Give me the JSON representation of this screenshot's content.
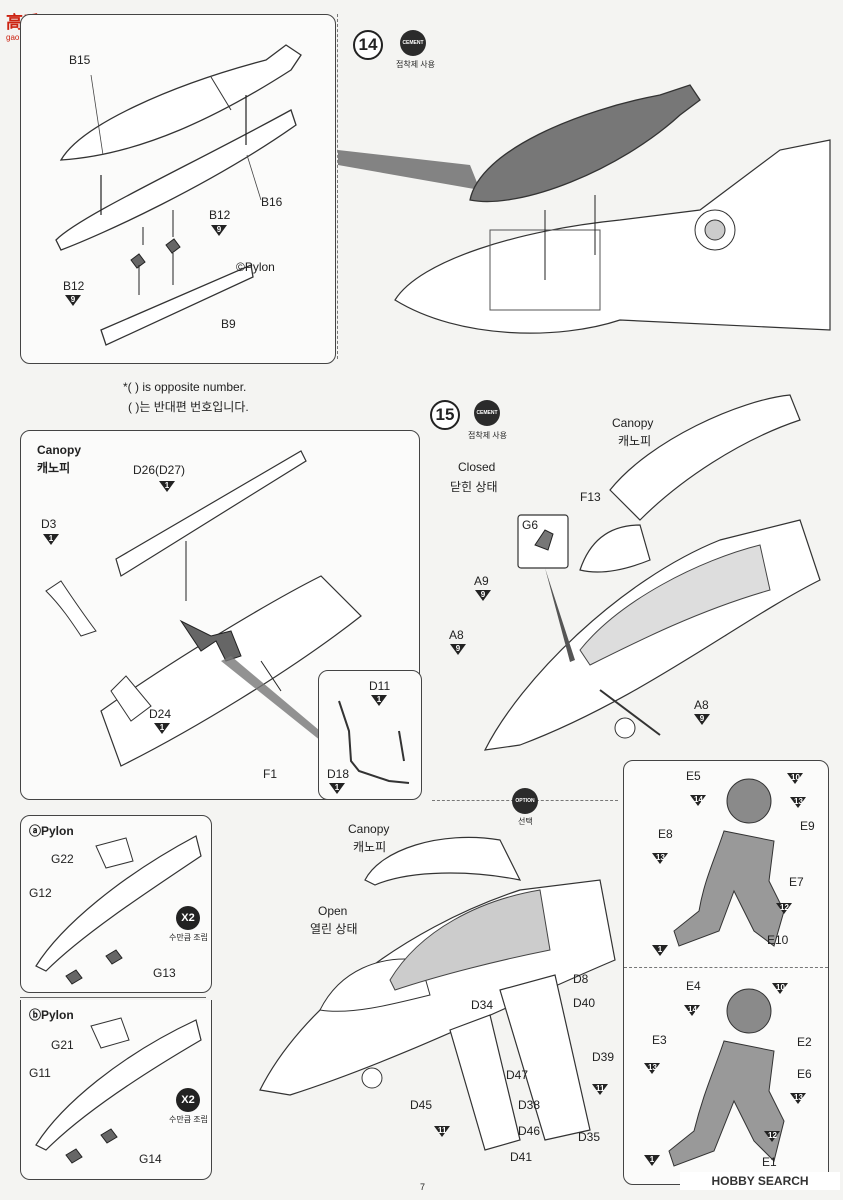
{
  "watermark_top": {
    "cn": "高手网",
    "url": "gao.shou.com"
  },
  "step14": {
    "num": "14",
    "badge": "CEMENT",
    "note": "접착제 사용"
  },
  "step15": {
    "num": "15",
    "badge": "CEMENT",
    "note": "접착제 사용",
    "closed_en": "Closed",
    "closed_kr": "닫힌 상태"
  },
  "option": {
    "badge": "OPTION",
    "note": "선택"
  },
  "opposite_note": {
    "en": "*(   ) is opposite number.",
    "kr": "(   )는 반대편 번호입니다."
  },
  "panel_tank": {
    "labels": [
      "B15",
      "B16",
      "B12",
      "B12",
      "B9"
    ],
    "pylon_label": "©Pylon",
    "markers": [
      "9",
      "9"
    ]
  },
  "panel_canopy": {
    "title_en": "Canopy",
    "title_kr": "캐노피",
    "labels": [
      "D26(D27)",
      "D3",
      "D24",
      "F1",
      "D11",
      "D18"
    ],
    "markers": [
      "1",
      "1",
      "1",
      "1",
      "1"
    ]
  },
  "panel_pylon_a": {
    "title": "ⓐPylon",
    "labels": [
      "G22",
      "G12",
      "G13"
    ],
    "x2": "X2",
    "x2_note": "수만큼 조립"
  },
  "panel_pylon_b": {
    "title": "ⓑPylon",
    "labels": [
      "G21",
      "G11",
      "G14"
    ],
    "x2": "X2",
    "x2_note": "수만큼 조립"
  },
  "step15_parts": {
    "labels": [
      "G6",
      "F13",
      "A9",
      "A8",
      "A8"
    ],
    "canopy_en": "Canopy",
    "canopy_kr": "캐노피",
    "markers": [
      "9",
      "9",
      "9"
    ]
  },
  "open_section": {
    "canopy_en": "Canopy",
    "canopy_kr": "캐노피",
    "open_en": "Open",
    "open_kr": "열린 상태",
    "labels": [
      "D8",
      "D34",
      "D40",
      "D39",
      "D47",
      "D38",
      "D45",
      "D46",
      "D35",
      "D41"
    ],
    "markers": [
      "11",
      "11"
    ]
  },
  "pilot1": {
    "labels": [
      "E5",
      "E8",
      "E9",
      "E7",
      "E10"
    ],
    "markers": [
      "10",
      "14",
      "13",
      "13",
      "12",
      "1"
    ]
  },
  "pilot2": {
    "labels": [
      "E4",
      "E3",
      "E2",
      "E6",
      "E1"
    ],
    "markers": [
      "10",
      "14",
      "13",
      "13",
      "12",
      "1"
    ]
  },
  "page_number": "7",
  "watermark_bottom": "HOBBY SEARCH"
}
